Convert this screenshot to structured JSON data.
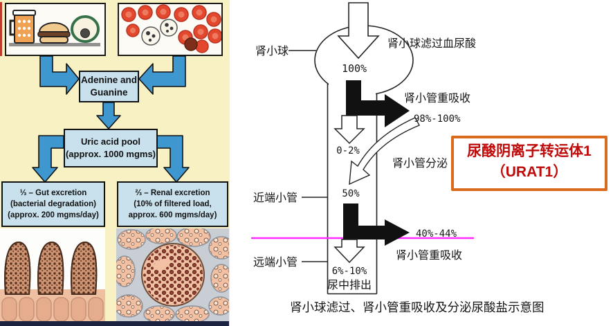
{
  "colors": {
    "panel_bg": "#F8F1C3",
    "flow_box_bg": "#C9E1ED",
    "arrow_blue": "#3E97CE",
    "magenta_line": "#FF2BFF",
    "urat1_border": "#D96A1E",
    "urat1_text": "#BF0A0A",
    "red_blood_cell": "#E3472E"
  },
  "flowchart": {
    "adenine": [
      "Adenine and",
      "Guanine"
    ],
    "pool": [
      "Uric acid pool",
      "(approx. 1000 mgms)"
    ],
    "gut": [
      "⅓ – Gut excretion",
      "(bacterial degradation)",
      "(approx. 200 mgms/day)"
    ],
    "renal": [
      "⅔ – Renal excretion",
      "(10% of filtered load,",
      "approx. 600 mgms/day)"
    ]
  },
  "nephron": {
    "glomerulus": "肾小球",
    "proximal": "近端小管",
    "distal": "远端小管",
    "filtration": "肾小球滤过血尿酸",
    "filtered_value": "100%",
    "reabsorption_top": "肾小管重吸收",
    "reabsorption_top_value": "98%-100%",
    "post_reabsorption_value": "0-2%",
    "secretion": "肾小管分泌",
    "post_secretion_value": "50%",
    "reabsorption_bottom": "肾小管重吸收",
    "reabsorption_bottom_value": "40%-44%",
    "excreted_value": "6%-10%",
    "urine_label": "尿中排出",
    "caption": "肾小球滤过、肾小管重吸收及分泌尿酸盐示意图"
  },
  "urat1": {
    "line1": "尿酸阴离子转运体1",
    "line2": "（URAT1）"
  }
}
